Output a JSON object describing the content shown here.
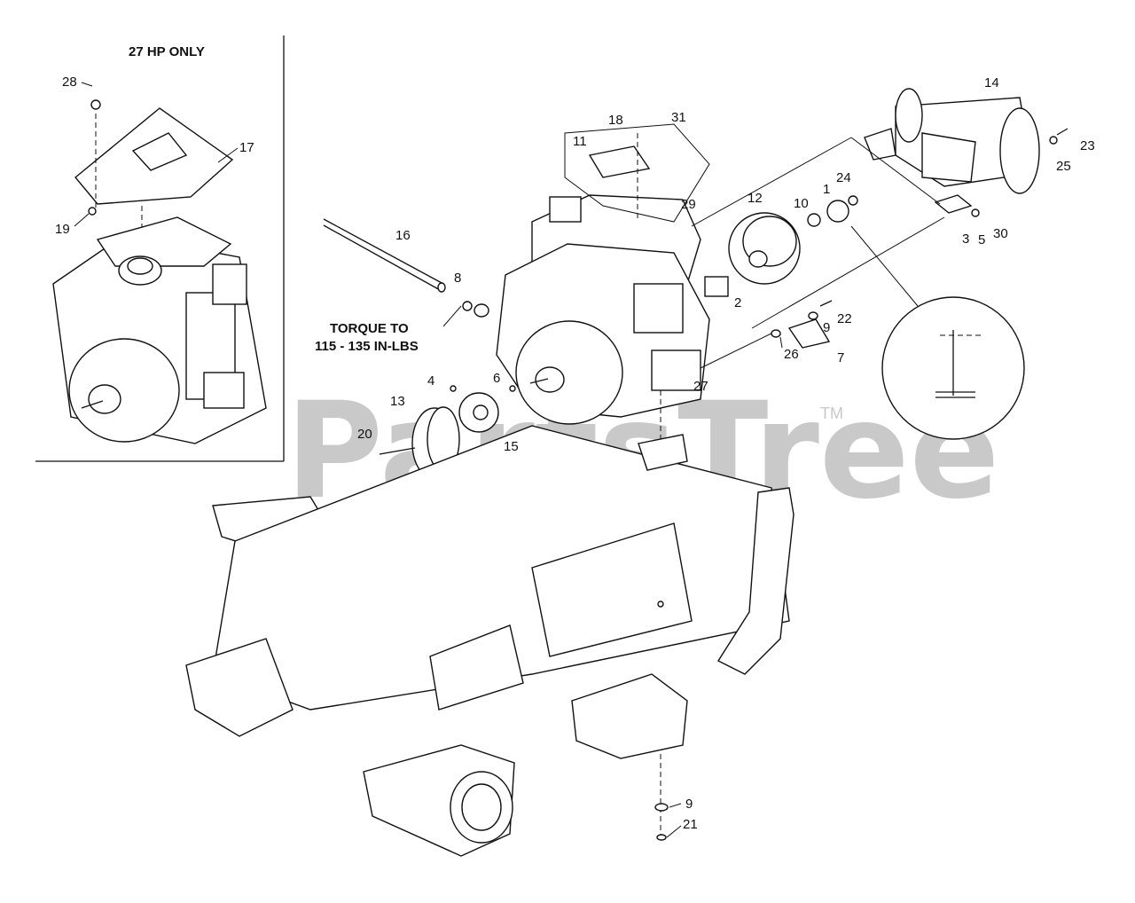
{
  "inset_title": "27 HP ONLY",
  "torque_note": [
    "TORQUE TO",
    "115 - 135 IN-LBS"
  ],
  "watermark": "PartsTree",
  "trademark": "TM",
  "callouts": [
    "1",
    "2",
    "3",
    "4",
    "5",
    "6",
    "7",
    "8",
    "9",
    "9",
    "10",
    "11",
    "12",
    "13",
    "14",
    "15",
    "16",
    "17",
    "18",
    "19",
    "20",
    "21",
    "22",
    "23",
    "24",
    "25",
    "26",
    "27",
    "28",
    "29",
    "30",
    "31"
  ]
}
